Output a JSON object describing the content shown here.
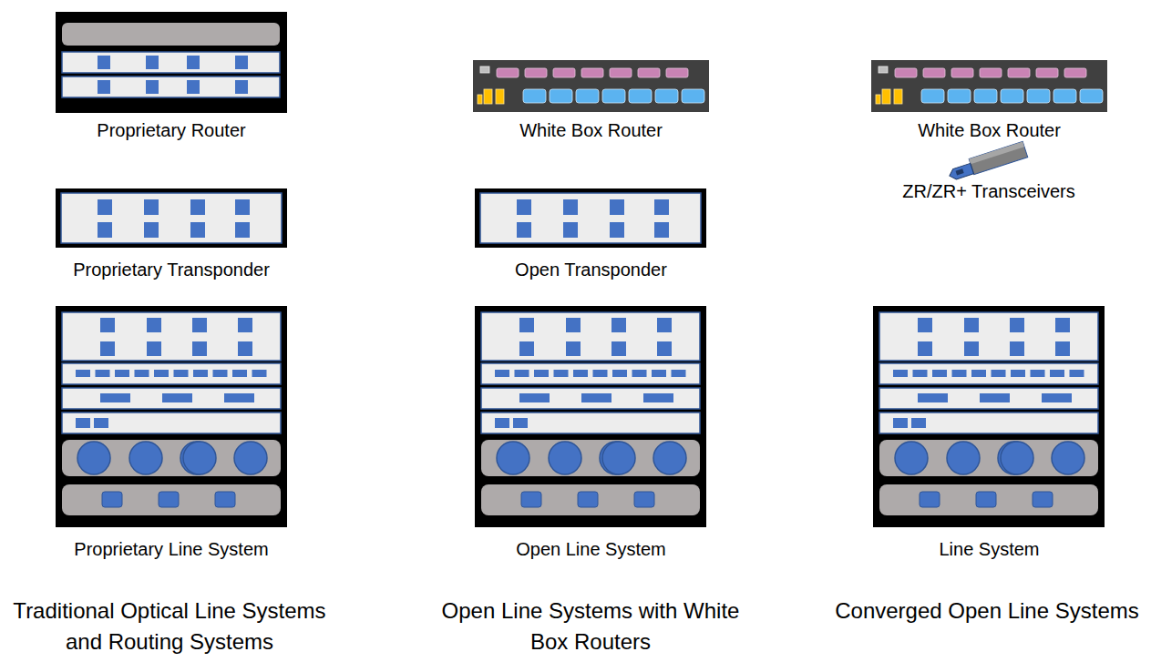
{
  "diagram": {
    "nodes": [
      {
        "text": [
          "Proprietary Router"
        ]
      },
      {
        "text": [
          "White Box Router"
        ]
      },
      {
        "text": [
          "White Box Router"
        ]
      },
      {
        "text": [
          "ZR/ZR+ Transceivers"
        ]
      },
      {
        "text": [
          "Proprietary Transponder"
        ]
      },
      {
        "text": [
          "Open Transponder"
        ]
      },
      {
        "text": [
          "Proprietary Line System"
        ]
      },
      {
        "text": [
          "Open Line System"
        ]
      },
      {
        "text": [
          "Line System"
        ]
      }
    ],
    "labels": [
      "Traditional Optical Line Systems and Routing Systems",
      "Open Line Systems with White Box Routers",
      "Converged Open Line Systems"
    ]
  }
}
